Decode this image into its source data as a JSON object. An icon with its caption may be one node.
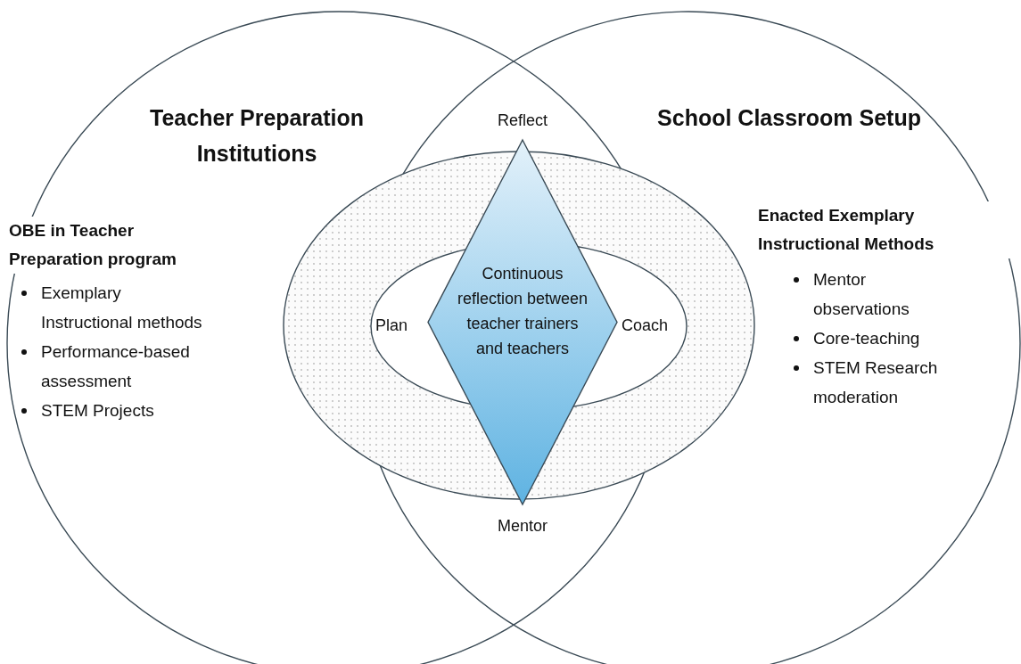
{
  "diagram": {
    "nodes": [
      {
        "text": [
          "Teacher Preparation Institutions",
          "OBE in Teacher Preparation program",
          "Exemplary Instructional methods",
          "Performance-based assessment",
          "STEM Projects"
        ]
      },
      {
        "text": [
          "School Classroom Setup",
          "Enacted Exemplary Instructional Methods",
          "Mentor observations",
          "Core-teaching",
          "STEM Research moderation"
        ]
      },
      {
        "text": [
          "Continuous reflection between teacher trainers and teachers"
        ]
      }
    ],
    "labels": [
      "Reflect",
      "Plan",
      "Coach",
      "Mentor"
    ]
  }
}
